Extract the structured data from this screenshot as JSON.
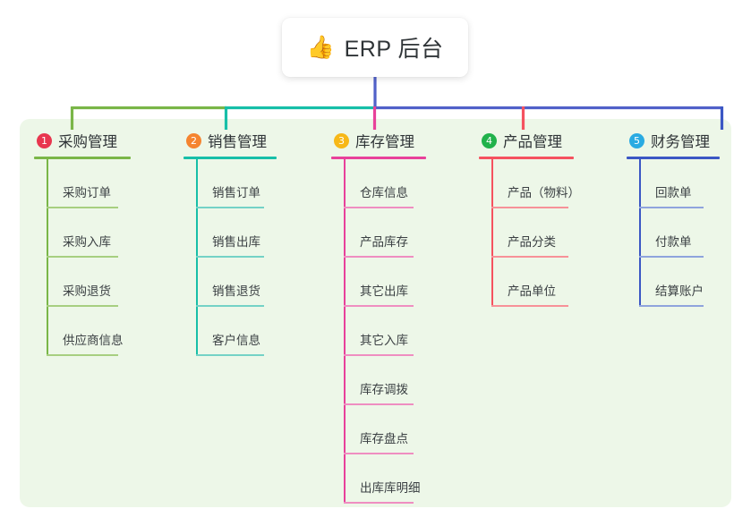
{
  "diagram": {
    "type": "mind-map",
    "root": {
      "icon": "thumbs-up-icon",
      "icon_glyph": "👍",
      "title": "ERP 后台"
    },
    "panel_color": "#edf7e8",
    "branches": [
      {
        "number": "1",
        "label": "采购管理",
        "badge_color": "#e8364f",
        "line_color": "#7ab648",
        "leaf_line_color": "#a7cf80",
        "items": [
          "采购订单",
          "采购入库",
          "采购退货",
          "供应商信息"
        ]
      },
      {
        "number": "2",
        "label": "销售管理",
        "badge_color": "#f5842f",
        "line_color": "#17bfa8",
        "leaf_line_color": "#74d2c6",
        "items": [
          "销售订单",
          "销售出库",
          "销售退货",
          "客户信息"
        ]
      },
      {
        "number": "3",
        "label": "库存管理",
        "badge_color": "#f7b818",
        "line_color": "#e8419a",
        "leaf_line_color": "#ef8ec1",
        "items": [
          "仓库信息",
          "产品库存",
          "其它出库",
          "其它入库",
          "库存调拨",
          "库存盘点",
          "出库库明细"
        ]
      },
      {
        "number": "4",
        "label": "产品管理",
        "badge_color": "#21b24b",
        "line_color": "#f5525f",
        "leaf_line_color": "#f79198",
        "items": [
          "产品（物料）",
          "产品分类",
          "产品单位"
        ]
      },
      {
        "number": "5",
        "label": "财务管理",
        "badge_color": "#2aabe2",
        "line_color": "#3b57c4",
        "leaf_line_color": "#8fa4dd",
        "items": [
          "回款单",
          "付款单",
          "结算账户"
        ]
      }
    ],
    "connector": {
      "stem_color": "#5161c9",
      "bar_segments": [
        {
          "color": "#7ab648"
        },
        {
          "color": "#17bfa8"
        },
        {
          "color": "#5161c9"
        }
      ],
      "drop_colors": [
        "#7ab648",
        "#17bfa8",
        "#e8419a",
        "#f5525f",
        "#3b57c4"
      ]
    }
  }
}
